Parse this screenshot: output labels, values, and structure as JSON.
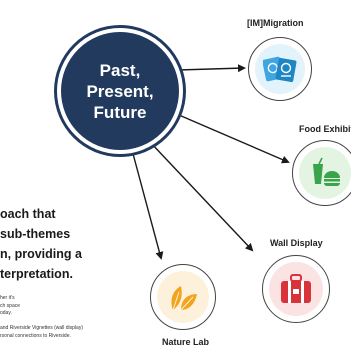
{
  "hub": {
    "title": "Past,\nPresent,\nFuture",
    "color": "#223a5e"
  },
  "nodes": [
    {
      "id": "migration",
      "label": "[IM]Migration",
      "icon": "passport-icon",
      "color": "#3ea6e0"
    },
    {
      "id": "food",
      "label": "Food Exhibit",
      "icon": "food-drink-icon",
      "color": "#3aa44a"
    },
    {
      "id": "wall",
      "label": "Wall Display",
      "icon": "suitcase-icon",
      "color": "#d8333a"
    },
    {
      "id": "nature",
      "label": "Nature Lab",
      "icon": "leaves-icon",
      "color": "#f2a41c"
    }
  ],
  "intro": {
    "lines": [
      "oach that",
      "sub-themes",
      "n, providing a",
      "terpretation."
    ]
  },
  "notes": {
    "lines": [
      "her it's",
      "ch space",
      "oday.",
      "",
      "and Riverside Vignettes (wall display)",
      "rsonal connections to Riverside."
    ]
  }
}
